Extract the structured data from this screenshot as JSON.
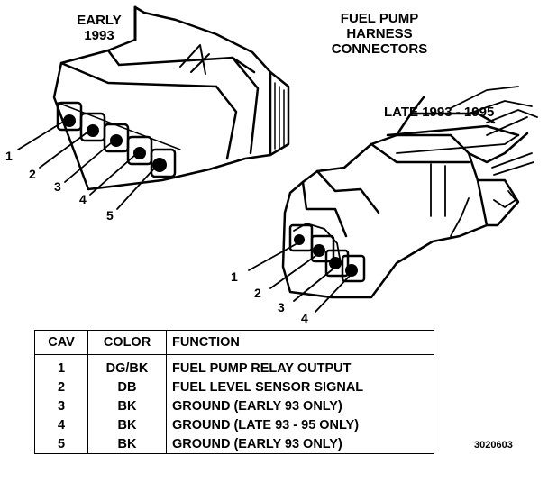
{
  "title": "FUEL PUMP\nHARNESS\nCONNECTORS",
  "early_label": "EARLY\n1993",
  "late_label": "LATE 1993 - 1995",
  "early_pins": [
    "1",
    "2",
    "3",
    "4",
    "5"
  ],
  "late_pins": [
    "1",
    "2",
    "3",
    "4"
  ],
  "table": {
    "headers": [
      "CAV",
      "COLOR",
      "FUNCTION"
    ],
    "rows": [
      {
        "cav": "1",
        "color": "DG/BK",
        "function": "FUEL PUMP RELAY OUTPUT"
      },
      {
        "cav": "2",
        "color": "DB",
        "function": "FUEL LEVEL SENSOR SIGNAL"
      },
      {
        "cav": "3",
        "color": "BK",
        "function": "GROUND (EARLY 93 ONLY)"
      },
      {
        "cav": "4",
        "color": "BK",
        "function": "GROUND (LATE 93 - 95 ONLY)"
      },
      {
        "cav": "5",
        "color": "BK",
        "function": "GROUND (EARLY 93 ONLY)"
      }
    ]
  },
  "figure_id": "3020603"
}
